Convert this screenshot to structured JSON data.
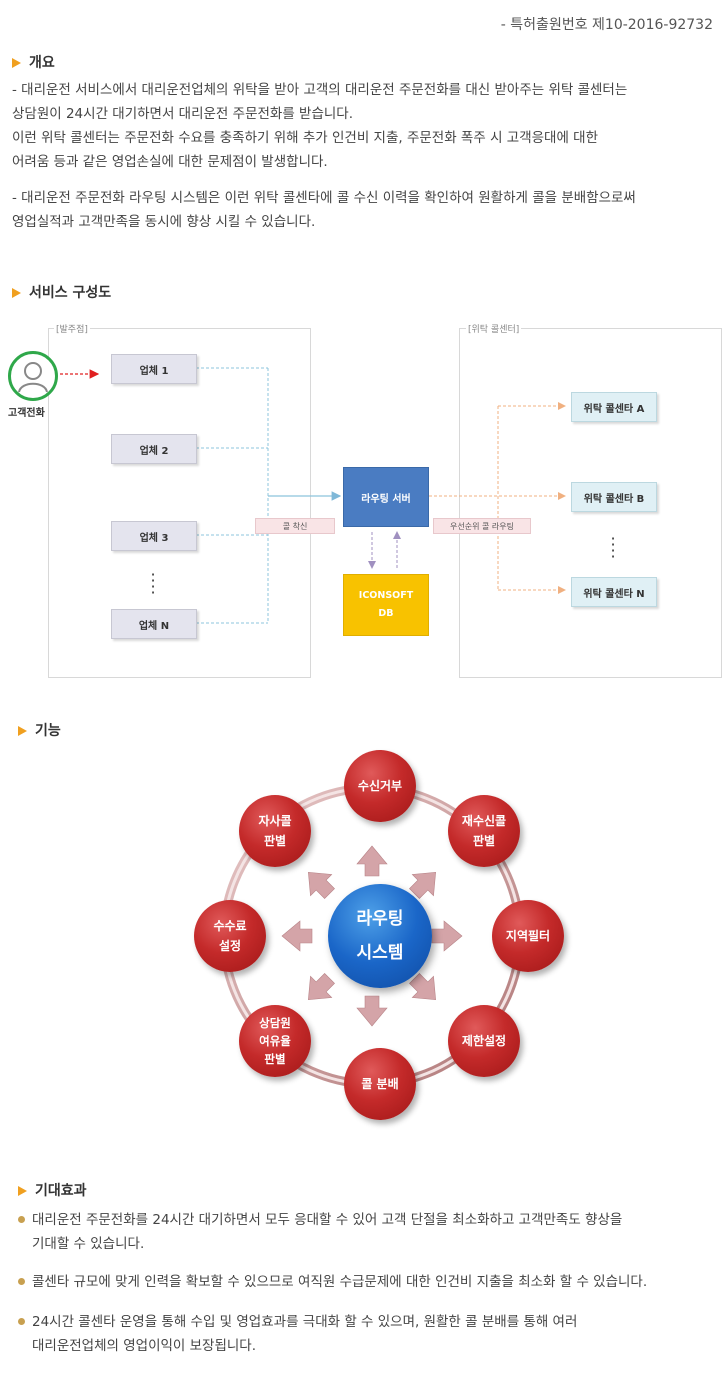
{
  "patent": "- 특허출원번호 제10-2016-92732",
  "overview": {
    "title": "개요",
    "p1": "- 대리운전 서비스에서 대리운전업체의 위탁을 받아 고객의 대리운전 주문전화를 대신 받아주는 위탁 콜센터는\n  상담원이 24시간 대기하면서 대리운전 주문전화를 받습니다.\n  이런 위탁 콜센터는 주문전화 수요를 충족하기 위해 추가 인건비 지출, 주문전화 폭주 시 고객응대에 대한\n  어려움 등과 같은 영업손실에 대한 문제점이 발생합니다.",
    "p2": "- 대리운전 주문전화 라우팅 시스템은 이런 위탁 콜센타에 콜 수신 이력을 확인하여 원활하게 콜을 분배함으로써\n  영업실적과 고객만족을 동시에  향상 시킬 수 있습니다."
  },
  "service": {
    "title": "서비스 구성도",
    "left_frame_label": "[발주점]",
    "right_frame_label": "[위탁 콜센터]",
    "customer_label": "고객전화",
    "companies": [
      "업체 1",
      "업체 2",
      "업체 3",
      "업체 N"
    ],
    "router": "라우팅 서버",
    "db_line1": "ICONSOFT",
    "db_line2": "DB",
    "tag_incoming": "콜 착신",
    "tag_routing": "우선순위 콜 라우팅",
    "callcenters": [
      "위탁 콜센타 A",
      "위탁 콜센타 B",
      "위탁 콜센타 N"
    ]
  },
  "features": {
    "title": "기능",
    "center": "라우팅\n시스템",
    "nodes": [
      "수신거부",
      "재수신콜\n판별",
      "지역필터",
      "제한설정",
      "콜 분배",
      "상담원\n여유율\n판별",
      "수수료\n설정",
      "자사콜\n판별"
    ]
  },
  "effects": {
    "title": "기대효과",
    "items": [
      "대리운전 주문전화를 24시간 대기하면서 모두 응대할 수 있어 고객 단절을 최소화하고 고객만족도 향상을\n기대할 수 있습니다.",
      "콜센타 규모에 맞게 인력을 확보할 수 있으므로 여직원 수급문제에 대한 인건비 지출을 최소화 할 수 있습니다.",
      "24시간 콜센타 운영을 통해 수입 및 영업효과를 극대화 할 수 있으며, 원활한 콜 분배를 통해 여러\n대리운전업체의 영업이익이 보장됩니다."
    ]
  },
  "colors": {
    "accent": "#f0a020",
    "router": "#4a7cc2",
    "db": "#f8c200",
    "node_red": "#c42a2a",
    "center_blue": "#1a66c8"
  }
}
